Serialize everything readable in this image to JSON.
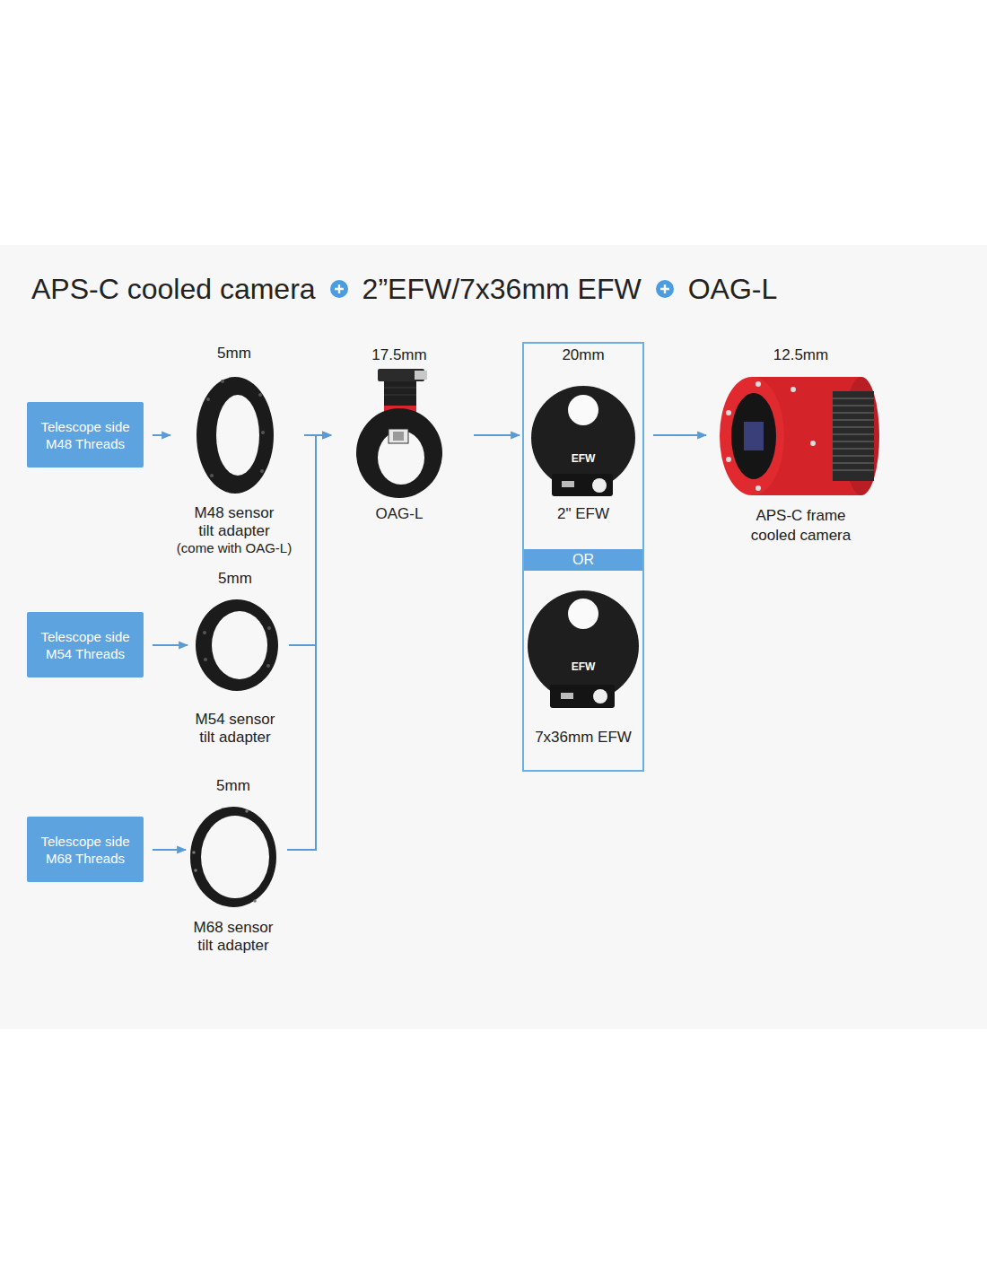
{
  "diagram": {
    "title": "APS-C cooled camera",
    "nodes": [
      {
        "text": [
          "Telescope side M48 Threads"
        ]
      },
      {
        "text": [
          "5mm",
          "M48 sensor tilt adapter",
          "(come with OAG-L)"
        ]
      },
      {
        "text": [
          "Telescope side M54 Threads"
        ]
      },
      {
        "text": [
          "5mm",
          "M54 sensor tilt adapter"
        ]
      },
      {
        "text": [
          "Telescope side M68 Threads"
        ]
      },
      {
        "text": [
          "5mm",
          "M68 sensor tilt adapter"
        ]
      },
      {
        "text": [
          "17.5mm",
          "OAG-L"
        ]
      },
      {
        "text": [
          "20mm"
        ]
      },
      {
        "text": [
          "2\" EFW"
        ],
        "in": 7
      },
      {
        "text": [
          "OR"
        ],
        "in": 7
      },
      {
        "text": [
          "7x36mm EFW"
        ],
        "in": 7
      },
      {
        "text": [
          "12.5mm",
          "APS-C frame cooled camera"
        ]
      }
    ],
    "edges": [
      {
        "from": 0,
        "to": 1,
        "arrow": "to"
      },
      {
        "from": 2,
        "to": 3,
        "arrow": "to"
      },
      {
        "from": 4,
        "to": 5,
        "arrow": "to"
      },
      {
        "from": 1,
        "to": 6,
        "arrow": "to"
      },
      {
        "from": 3,
        "to": 6,
        "arrow": "to"
      },
      {
        "from": 5,
        "to": 6,
        "arrow": "to"
      },
      {
        "from": 6,
        "to": 7,
        "arrow": "to"
      },
      {
        "from": 7,
        "to": 11,
        "arrow": "to"
      }
    ],
    "labels": [
      "2”EFW/7x36mm EFW",
      "OAG-L",
      "EFW",
      "EFW"
    ]
  }
}
